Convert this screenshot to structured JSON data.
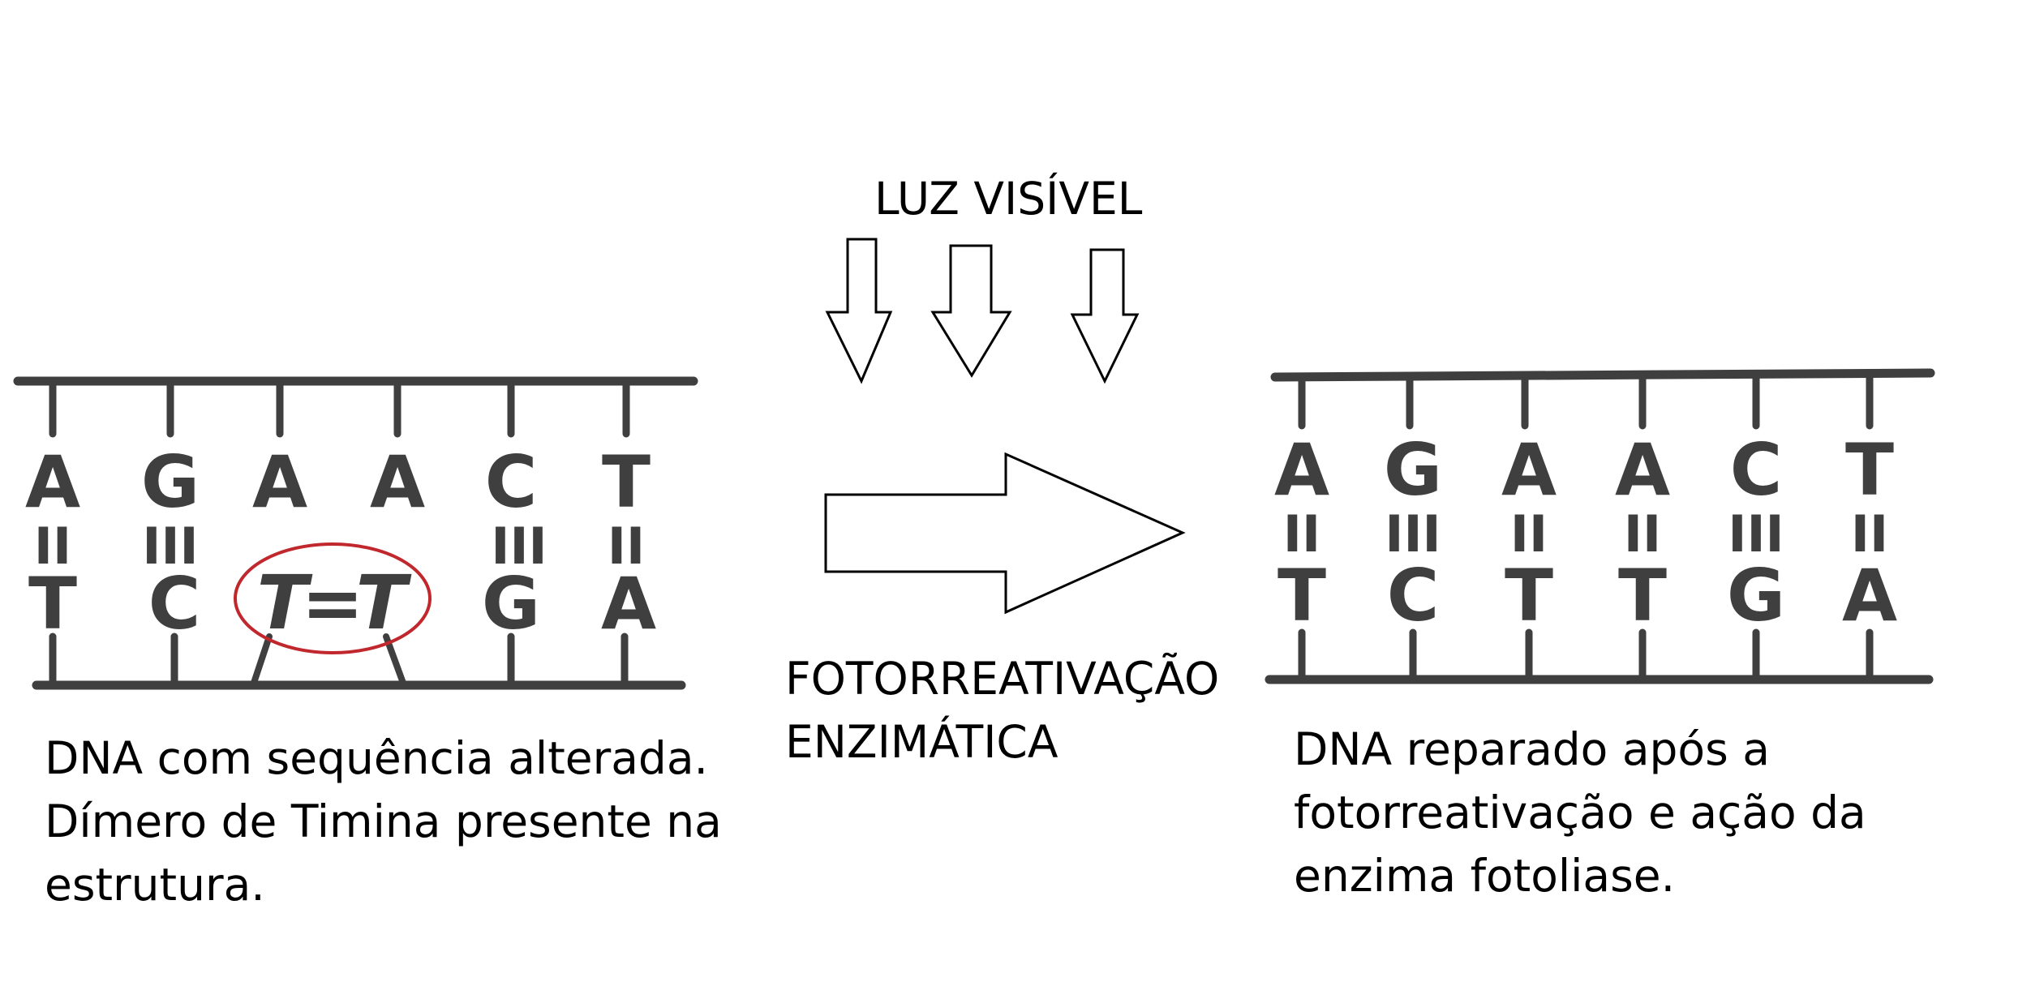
{
  "light_label": "LUZ VISÍVEL",
  "process_label": [
    "FOTORREATIVAÇÃO",
    "ENZIMÁTICA"
  ],
  "left_dna": {
    "top_strand": [
      "A",
      "G",
      "A",
      "A",
      "C",
      "T"
    ],
    "bond_marks": [
      "II",
      "III",
      "",
      "",
      "III",
      "II"
    ],
    "bottom_strand": [
      "T",
      "C",
      "",
      "",
      "G",
      "A"
    ],
    "dimer": [
      "T",
      "=",
      "T"
    ],
    "caption": [
      "DNA com sequência alterada.",
      "Dímero de Timina presente na",
      "estrutura."
    ]
  },
  "right_dna": {
    "top_strand": [
      "A",
      "G",
      "A",
      "A",
      "C",
      "T"
    ],
    "bond_marks": [
      "II",
      "III",
      "II",
      "II",
      "III",
      "II"
    ],
    "bottom_strand": [
      "T",
      "C",
      "T",
      "T",
      "G",
      "A"
    ],
    "caption": [
      "DNA reparado após a",
      "fotorreativação e ação da",
      "enzima fotoliase."
    ]
  },
  "colors": {
    "strand": "#3f3f3f",
    "dimer_circle": "#c0282d",
    "arrow_stroke": "#000000"
  }
}
